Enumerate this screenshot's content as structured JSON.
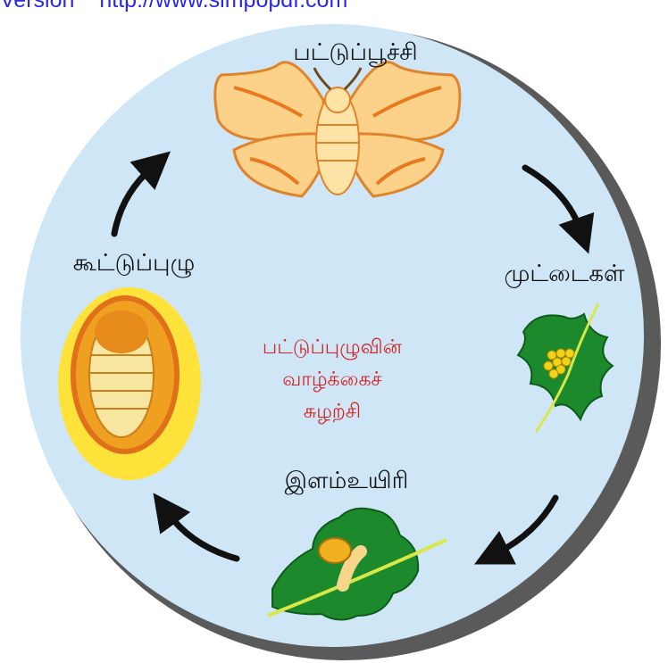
{
  "watermark": {
    "part1": "Version",
    "part2": "http://www.simpopdf.com"
  },
  "stages": {
    "moth": "பட்டுப்பூச்சி",
    "eggs": "முட்டைகள்",
    "larva": "இளம்உயிரி",
    "cocoon": "கூட்டுப்புழு"
  },
  "center_title": {
    "line1": "பட்டுப்புழுவின்",
    "line2": "வாழ்க்கைச்",
    "line3": "சுழற்சி"
  },
  "colors": {
    "circle_fill": "#cfe6f6",
    "circle_shadow": "#5a5a5a",
    "title_red": "#d42424",
    "watermark_blue": "#2a2adf",
    "leaf_green": "#1c8a2c",
    "moth_wing": "#fcd28a",
    "cocoon_yellow": "#ffe23a"
  }
}
